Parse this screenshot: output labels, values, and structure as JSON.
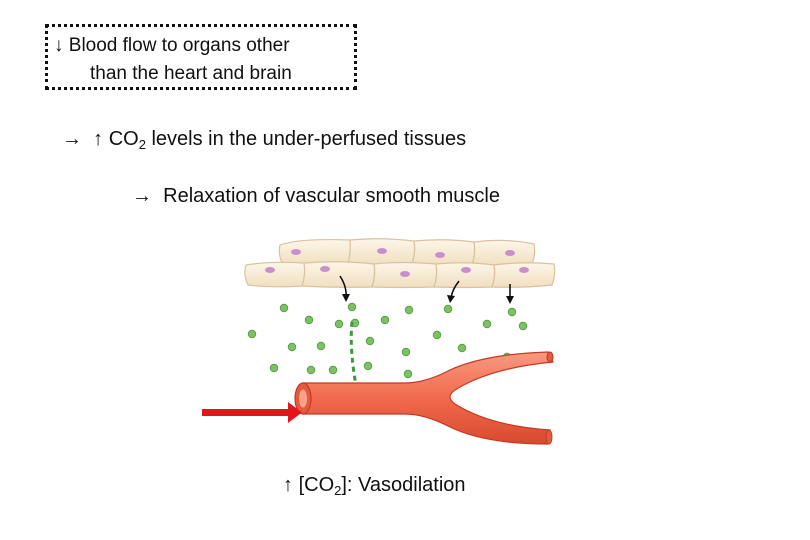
{
  "box": {
    "arrow": "↓",
    "line1": "Blood flow to organs other",
    "line2": "than the heart and brain"
  },
  "step1": {
    "arrow": "→",
    "up_arrow": "↑",
    "co": "CO",
    "sub": "2",
    "rest": " levels in the under-perfused tissues"
  },
  "step2": {
    "arrow": "→",
    "text": "Relaxation of vascular smooth muscle"
  },
  "result": {
    "up_arrow": "↑",
    "open": "[CO",
    "sub": "2",
    "close": "]: Vasodilation"
  },
  "colors": {
    "cell_fill": "#f8ecd6",
    "cell_stroke": "#d8c2a0",
    "nucleus": "#c88fd0",
    "co2_dot": "#7cc163",
    "vessel": "#f16a4e",
    "vessel_dark": "#d84a30",
    "inflow_arrow": "#e3141a",
    "diffusion_arrow": "#3d9a3a"
  }
}
